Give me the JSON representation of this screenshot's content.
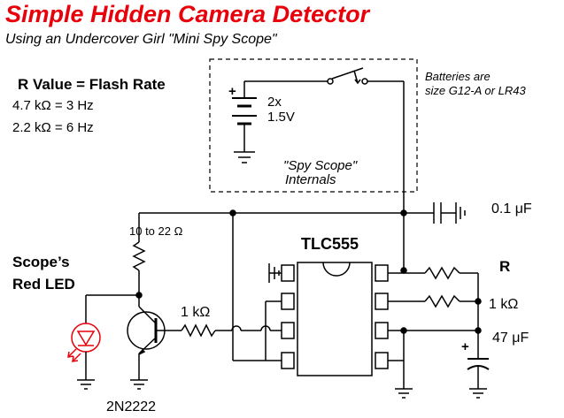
{
  "title": "Simple Hidden Camera Detector",
  "subtitle": "Using an Undercover Girl \"Mini Spy Scope\"",
  "r_table": {
    "heading": "R Value = Flash Rate",
    "rows": [
      "4.7 kΩ = 3 Hz",
      "2.2 kΩ = 6 Hz"
    ]
  },
  "battery": {
    "plus": "+",
    "cells": "2x",
    "voltage": "1.5V",
    "note_line1": "Batteries are",
    "note_line2": "size G12-A or LR43"
  },
  "spy_scope": {
    "line1": "\"Spy Scope\"",
    "line2": "Internals"
  },
  "components": {
    "c_top": "0.1 μF",
    "r_collector": "10 to 22 Ω",
    "chip": "TLC555",
    "led_line1": "Scope’s",
    "led_line2": "Red LED",
    "r_base": "1 kΩ",
    "r_timing": "R",
    "r_1k": "1 kΩ",
    "c_timing": "47 μF",
    "c_plus": "+",
    "transistor": "2N2222"
  },
  "colors": {
    "title": "#e8000b",
    "led": "#e8000b",
    "wire": "#000000"
  }
}
